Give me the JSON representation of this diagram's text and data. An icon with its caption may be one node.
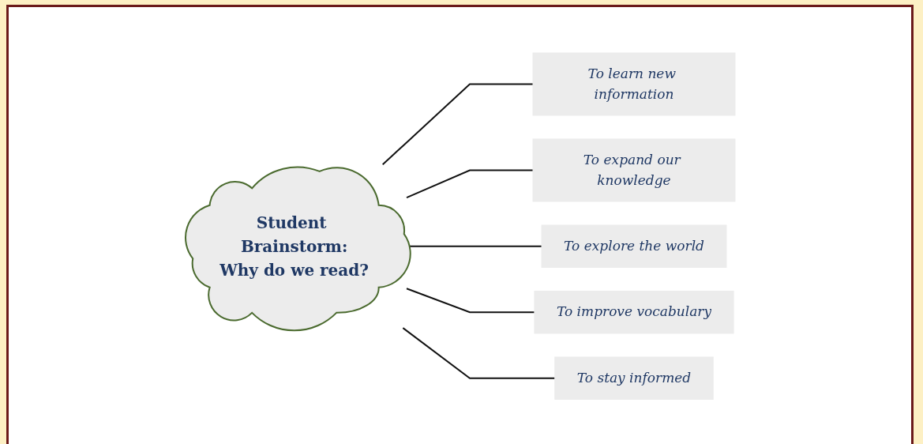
{
  "diagram": {
    "nodes": [
      {
        "text": [
          "Student Brainstorm:",
          "Why do we read?"
        ]
      },
      {
        "text": [
          "To learn new information"
        ]
      },
      {
        "text": [
          "To expand our knowledge"
        ]
      },
      {
        "text": [
          "To explore the world"
        ]
      },
      {
        "text": [
          "To improve vocabulary"
        ]
      },
      {
        "text": [
          "To stay informed"
        ]
      }
    ],
    "edges": [
      {
        "from": 0,
        "to": 1,
        "arrow": "none"
      },
      {
        "from": 0,
        "to": 2,
        "arrow": "none"
      },
      {
        "from": 0,
        "to": 3,
        "arrow": "none"
      },
      {
        "from": 0,
        "to": 4,
        "arrow": "none"
      },
      {
        "from": 0,
        "to": 5,
        "arrow": "none"
      }
    ]
  }
}
